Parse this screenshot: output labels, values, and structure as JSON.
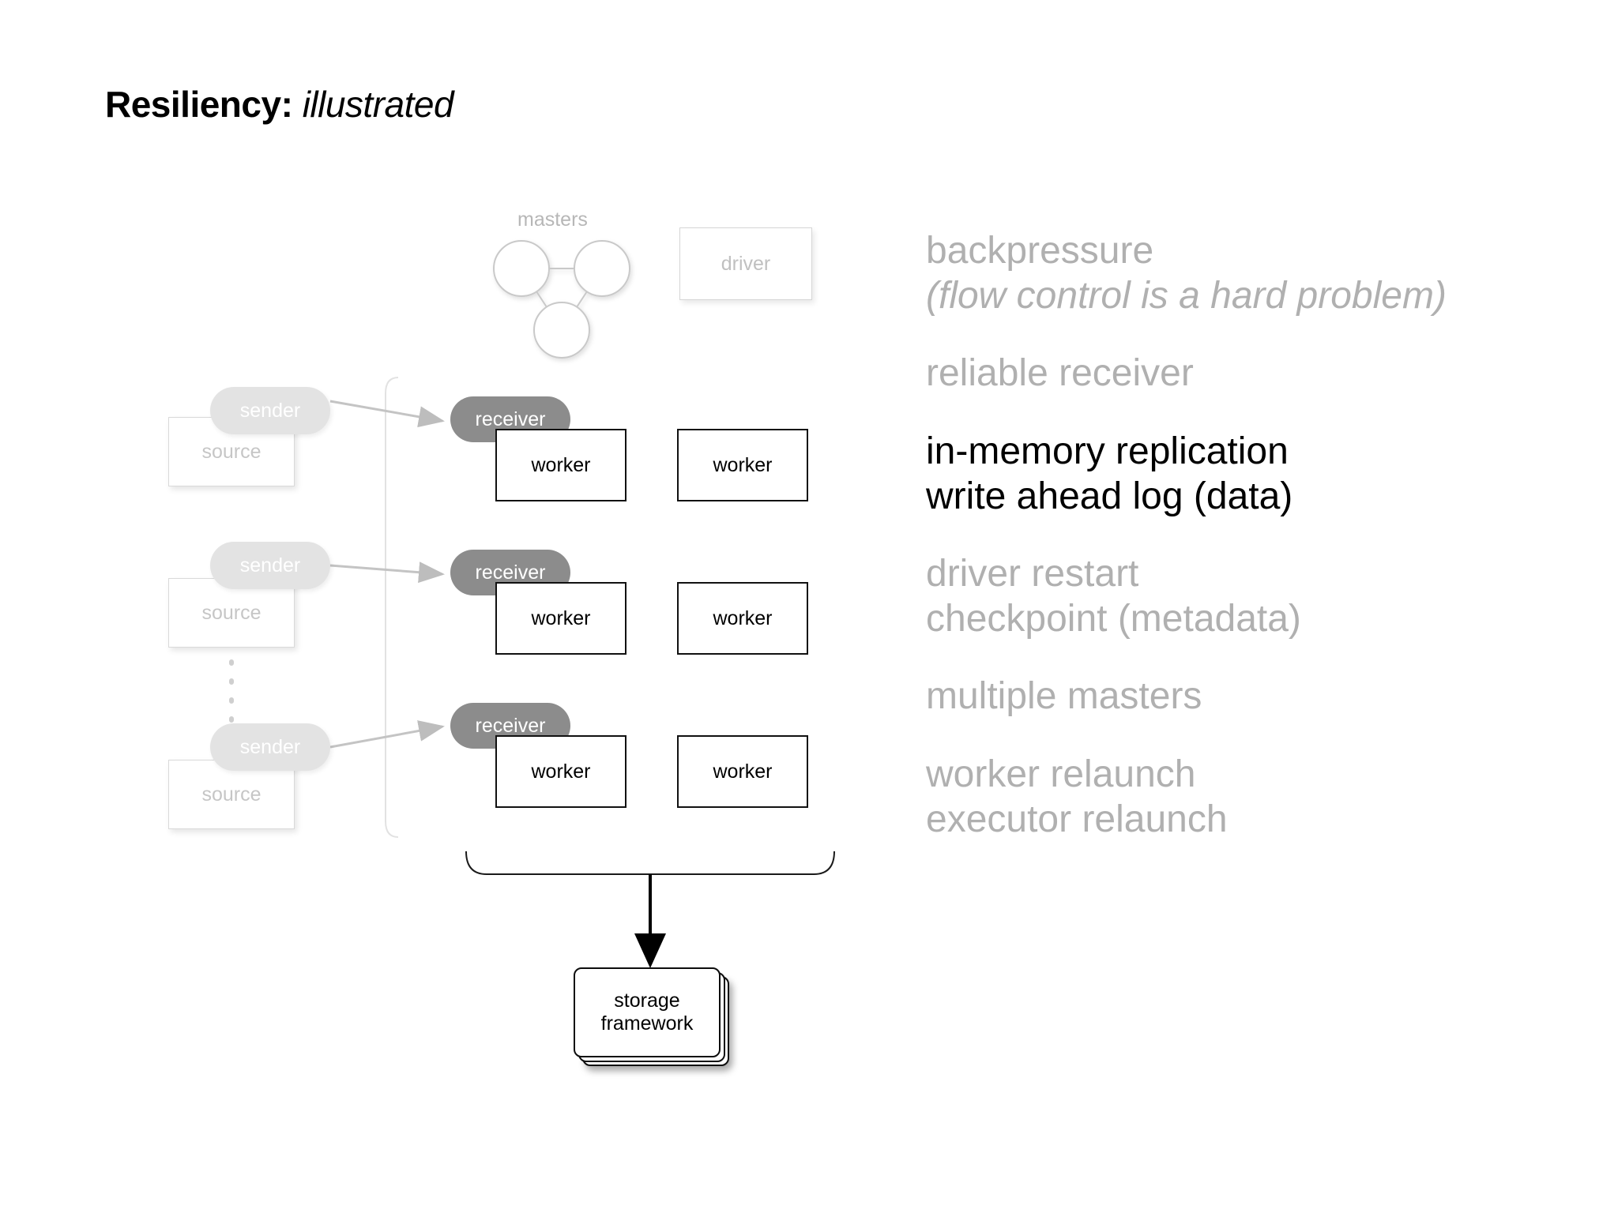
{
  "slide": {
    "title_bold": "Resiliency:",
    "title_italic": "illustrated",
    "background": "#ffffff"
  },
  "colors": {
    "muted_text": "#b0b0b0",
    "highlight_text": "#000000",
    "receiver_fill": "#8c8c8c",
    "sender_fill": "#e3e3e3",
    "ghost_text": "#c6c6c6",
    "worker_border": "#111111"
  },
  "diagram": {
    "masters_label": "masters",
    "masters_node_count": 3,
    "driver_label": "driver",
    "sources": [
      {
        "source_label": "source",
        "sender_label": "sender"
      },
      {
        "source_label": "source",
        "sender_label": "sender"
      },
      {
        "source_label": "source",
        "sender_label": "sender"
      }
    ],
    "ellipsis_between_sources": true,
    "rows": [
      {
        "receiver_label": "receiver",
        "workers": [
          "worker",
          "worker"
        ]
      },
      {
        "receiver_label": "receiver",
        "workers": [
          "worker",
          "worker"
        ]
      },
      {
        "receiver_label": "receiver",
        "workers": [
          "worker",
          "worker"
        ]
      }
    ],
    "storage_label": "storage\nframework"
  },
  "features": [
    {
      "lines": [
        {
          "text": "backpressure",
          "style": "muted"
        },
        {
          "text": "(flow control is a hard problem)",
          "style": "muted-italic"
        }
      ]
    },
    {
      "lines": [
        {
          "text": "reliable receiver",
          "style": "muted"
        }
      ]
    },
    {
      "lines": [
        {
          "text": "in-memory replication",
          "style": "highlight"
        },
        {
          "text": "write ahead log (data)",
          "style": "highlight"
        }
      ]
    },
    {
      "lines": [
        {
          "text": "driver restart",
          "style": "muted"
        },
        {
          "text": "checkpoint (metadata)",
          "style": "muted"
        }
      ]
    },
    {
      "lines": [
        {
          "text": "multiple masters",
          "style": "muted"
        }
      ]
    },
    {
      "lines": [
        {
          "text": "worker relaunch",
          "style": "muted"
        },
        {
          "text": "executor relaunch",
          "style": "muted"
        }
      ]
    }
  ]
}
